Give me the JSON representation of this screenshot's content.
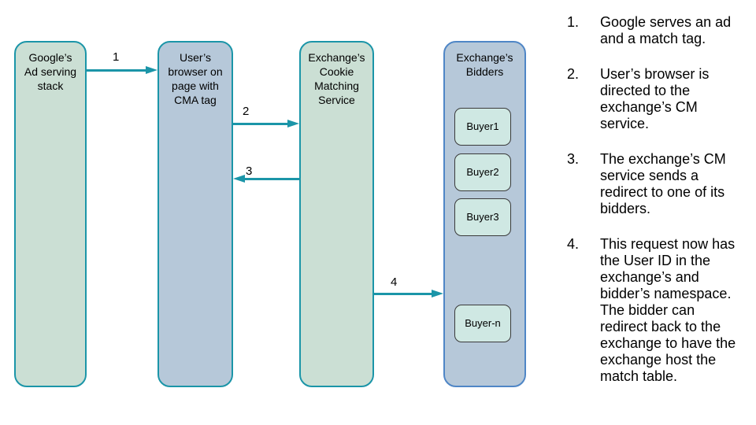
{
  "diagram": {
    "nodes": {
      "google": {
        "label": "Google’s\nAd serving\nstack"
      },
      "browser": {
        "label": "User’s\nbrowser on\npage with\nCMA tag"
      },
      "cm": {
        "label": "Exchange’s\nCookie\nMatching\nService"
      },
      "bidders": {
        "label": "Exchange’s\nBidders"
      }
    },
    "buyers": [
      "Buyer1",
      "Buyer2",
      "Buyer3",
      "Buyer-n"
    ],
    "arrows": [
      {
        "number": "1",
        "from": "google",
        "to": "browser"
      },
      {
        "number": "2",
        "from": "browser",
        "to": "cm"
      },
      {
        "number": "3",
        "from": "cm",
        "to": "browser"
      },
      {
        "number": "4",
        "from": "cm",
        "to": "bidders"
      }
    ],
    "colors": {
      "arrow_teal": "#1b95a8",
      "node_green": "#cbdfd4",
      "node_blue": "#b6c8d9",
      "bidders_border": "#4f86c6",
      "buyer_fill": "#cfe8e3"
    }
  },
  "steps": [
    {
      "number": "1.",
      "text": "Google serves an ad and a match tag."
    },
    {
      "number": "2.",
      "text": "User’s browser is directed to the exchange’s CM service."
    },
    {
      "number": "3.",
      "text": "The exchange’s CM service sends a redirect to one of its bidders."
    },
    {
      "number": "4.",
      "text": "This request now has the User ID in the exchange’s and bidder’s namespace. The bidder can redirect back to the exchange to have the exchange host the match table."
    }
  ]
}
